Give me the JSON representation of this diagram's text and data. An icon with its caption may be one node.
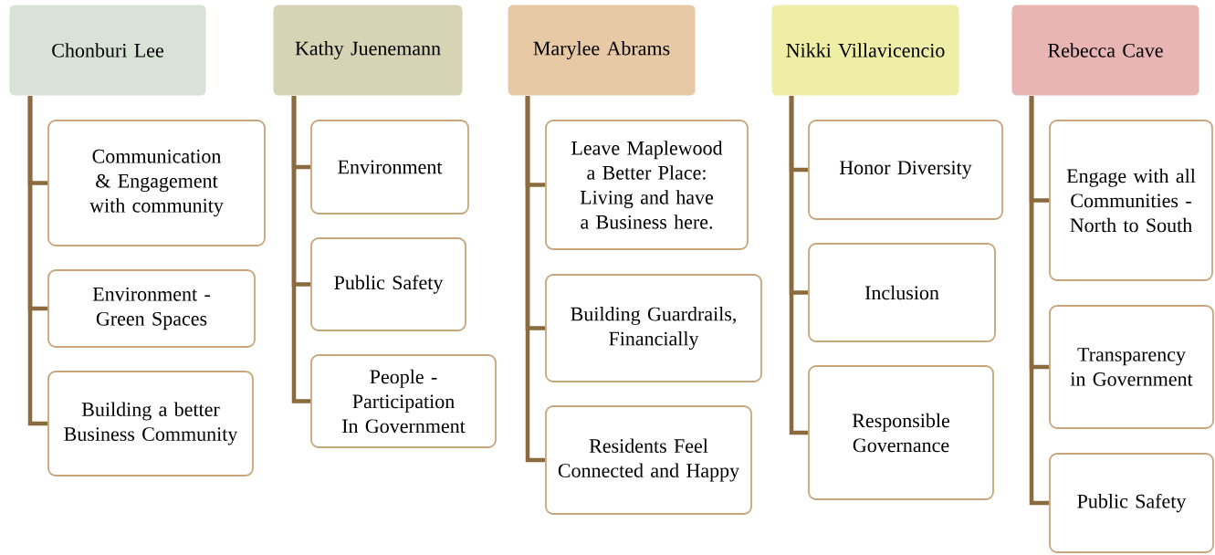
{
  "diagram": {
    "nodes": [
      {
        "text": [
          "Chonburi Lee"
        ]
      },
      {
        "text": [
          "Communication & Engagement with community"
        ]
      },
      {
        "text": [
          "Environment - Green Spaces"
        ]
      },
      {
        "text": [
          "Building a better Business Community"
        ]
      },
      {
        "text": [
          "Kathy Juenemann"
        ]
      },
      {
        "text": [
          "Environment"
        ]
      },
      {
        "text": [
          "Public Safety"
        ]
      },
      {
        "text": [
          "People - Participation In Government"
        ]
      },
      {
        "text": [
          "Marylee Abrams"
        ]
      },
      {
        "text": [
          "Leave Maplewood a Better Place: Living and have a Business here."
        ]
      },
      {
        "text": [
          "Building Guardrails, Financially"
        ]
      },
      {
        "text": [
          "Residents Feel Connected and Happy"
        ]
      },
      {
        "text": [
          "Nikki Villavicencio"
        ]
      },
      {
        "text": [
          "Honor Diversity"
        ]
      },
      {
        "text": [
          "Inclusion"
        ]
      },
      {
        "text": [
          "Responsible Governance"
        ]
      },
      {
        "text": [
          "Rebecca Cave"
        ]
      },
      {
        "text": [
          "Engage with all Communities - North to South"
        ]
      },
      {
        "text": [
          "Transparency in Government"
        ]
      },
      {
        "text": [
          "Public Safety"
        ]
      }
    ],
    "edges": [
      {
        "from": 0,
        "to": 1,
        "arrow": "none"
      },
      {
        "from": 0,
        "to": 2,
        "arrow": "none"
      },
      {
        "from": 0,
        "to": 3,
        "arrow": "none"
      },
      {
        "from": 4,
        "to": 5,
        "arrow": "none"
      },
      {
        "from": 4,
        "to": 6,
        "arrow": "none"
      },
      {
        "from": 4,
        "to": 7,
        "arrow": "none"
      },
      {
        "from": 8,
        "to": 9,
        "arrow": "none"
      },
      {
        "from": 8,
        "to": 10,
        "arrow": "none"
      },
      {
        "from": 8,
        "to": 11,
        "arrow": "none"
      },
      {
        "from": 12,
        "to": 13,
        "arrow": "none"
      },
      {
        "from": 12,
        "to": 14,
        "arrow": "none"
      },
      {
        "from": 12,
        "to": 15,
        "arrow": "none"
      },
      {
        "from": 16,
        "to": 17,
        "arrow": "none"
      },
      {
        "from": 16,
        "to": 18,
        "arrow": "none"
      },
      {
        "from": 16,
        "to": 19,
        "arrow": "none"
      }
    ]
  }
}
